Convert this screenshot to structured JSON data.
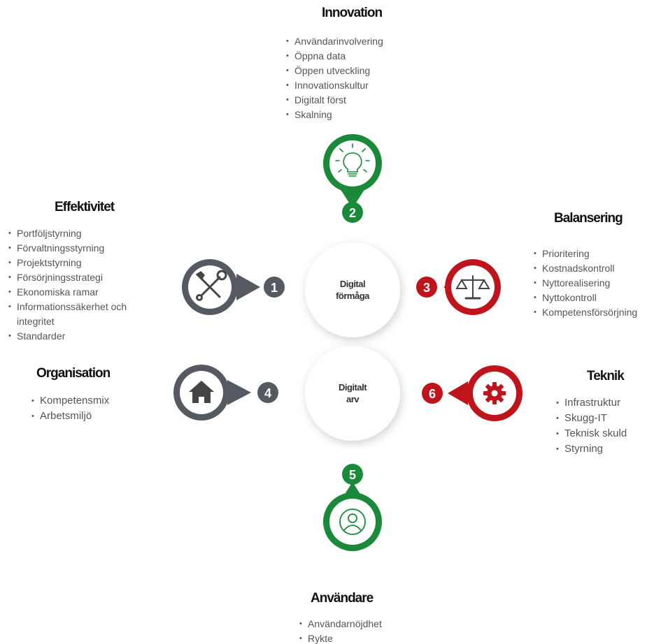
{
  "center": {
    "top_label_1": "Digital",
    "top_label_2": "förmåga",
    "bottom_label_1": "Digitalt",
    "bottom_label_2": "arv"
  },
  "nodes": [
    {
      "num": "1",
      "heading": "Effektivitet",
      "icon": "tools-icon",
      "color": "#555a62",
      "items": [
        "Portföljstyrning",
        "Förvaltningsstyrning",
        "Projektstyrning",
        "Försörjningsstrategi",
        "Ekonomiska ramar",
        "Informationssäkerhet och integritet",
        "Standarder"
      ]
    },
    {
      "num": "2",
      "heading": "Innovation",
      "icon": "lightbulb-icon",
      "color": "#1a8a3a",
      "items": [
        "Användarinvolvering",
        "Öppna data",
        "Öppen utveckling",
        "Innovationskultur",
        "Digitalt först",
        "Skalning"
      ]
    },
    {
      "num": "3",
      "heading": "Balansering",
      "icon": "scales-icon",
      "color": "#c0141c",
      "items": [
        "Prioritering",
        "Kostnadskontroll",
        "Nyttorealisering",
        "Nyttokontroll",
        "Kompetensförsörjning"
      ]
    },
    {
      "num": "4",
      "heading": "Organisation",
      "icon": "home-icon",
      "color": "#555a62",
      "items": [
        "Kompetensmix",
        "Arbetsmiljö"
      ]
    },
    {
      "num": "5",
      "heading": "Användare",
      "icon": "user-icon",
      "color": "#1a8a3a",
      "items": [
        "Användarnöjdhet",
        "Rykte"
      ]
    },
    {
      "num": "6",
      "heading": "Teknik",
      "icon": "gear-icon",
      "color": "#c0141c",
      "items": [
        "Infrastruktur",
        "Skugg-IT",
        "Teknisk skuld",
        "Styrning"
      ]
    }
  ]
}
